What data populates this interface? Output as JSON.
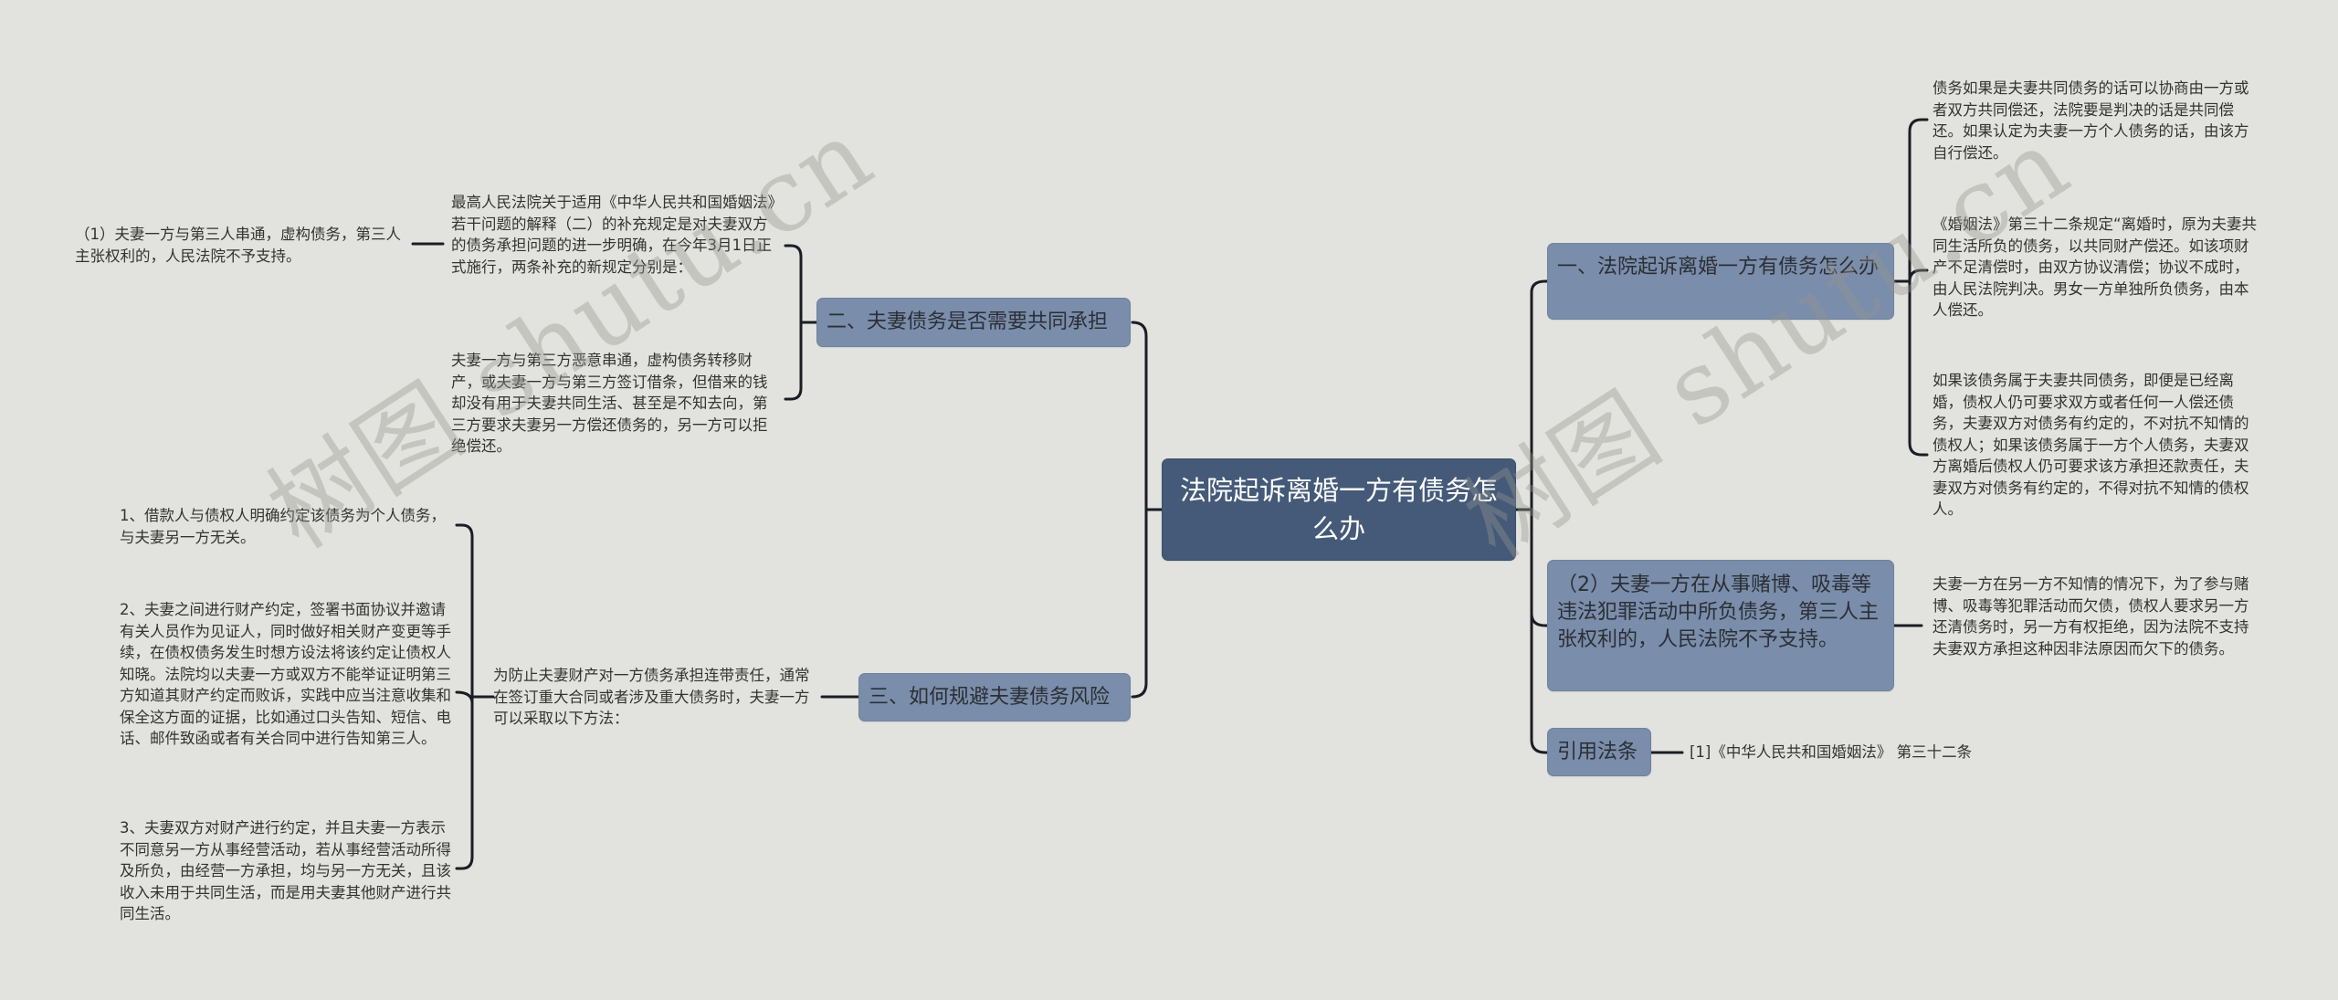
{
  "mindmap": {
    "root": {
      "label": "法院起诉离婚一方有债务怎么办"
    },
    "branches": {
      "b1": {
        "label": "一、法院起诉离婚一方有债务怎么办",
        "children": [
          "债务如果是夫妻共同债务的话可以协商由一方或者双方共同偿还，法院要是判决的话是共同偿还。如果认定为夫妻一方个人债务的话，由该方自行偿还。",
          "《婚姻法》第三十二条规定“离婚时，原为夫妻共同生活所负的债务，以共同财产偿还。如该项财产不足清偿时，由双方协议清偿；协议不成时，由人民法院判决。男女一方单独所负债务，由本人偿还。",
          "如果该债务属于夫妻共同债务，即便是已经离婚，债权人仍可要求双方或者任何一人偿还债务，夫妻双方对债务有约定的，不对抗不知情的债权人；如果该债务属于一方个人债务，夫妻双方离婚后债权人仍可要求该方承担还款责任，夫妻双方对债务有约定的，不得对抗不知情的债权人。"
        ]
      },
      "b2": {
        "label": "（2）夫妻一方在从事赌博、吸毒等违法犯罪活动中所负债务，第三人主张权利的，人民法院不予支持。",
        "children": [
          "夫妻一方在另一方不知情的情况下，为了参与赌博、吸毒等犯罪活动而欠债，债权人要求另一方还清债务时，另一方有权拒绝，因为法院不支持夫妻双方承担这种因非法原因而欠下的债务。"
        ]
      },
      "b3": {
        "label": "引用法条",
        "children": [
          "[1]《中华人民共和国婚姻法》 第三十二条"
        ]
      },
      "b4": {
        "label": "二、夫妻债务是否需要共同承担",
        "children": [
          {
            "text": "最高人民法院关于适用《中华人民共和国婚姻法》若干问题的解释（二）的补充规定是对夫妻双方的债务承担问题的进一步明确，在今年3月1日正式施行，两条补充的新规定分别是：",
            "children": [
              "（1）夫妻一方与第三人串通，虚构债务，第三人主张权利的，人民法院不予支持。"
            ]
          },
          {
            "text": "夫妻一方与第三方恶意串通，虚构债务转移财产，或夫妻一方与第三方签订借条，但借来的钱却没有用于夫妻共同生活、甚至是不知去向，第三方要求夫妻另一方偿还债务的，另一方可以拒绝偿还。"
          }
        ]
      },
      "b5": {
        "label": "三、如何规避夫妻债务风险",
        "children": [
          {
            "text": "为防止夫妻财产对一方债务承担连带责任，通常在签订重大合同或者涉及重大债务时，夫妻一方可以采取以下方法：",
            "children": [
              "1、借款人与债权人明确约定该债务为个人债务，与夫妻另一方无关。",
              "2、夫妻之间进行财产约定，签署书面协议并邀请有关人员作为见证人，同时做好相关财产变更等手续，在债权债务发生时想方设法将该约定让债权人知晓。法院均以夫妻一方或双方不能举证证明第三方知道其财产约定而败诉，实践中应当注意收集和保全这方面的证据，比如通过口头告知、短信、电话、邮件致函或者有关合同中进行告知第三人。",
              "3、夫妻双方对财产进行约定，并且夫妻一方表示不同意另一方从事经营活动，若从事经营活动所得及所负，由经营一方承担，均与另一方无关，且该收入未用于共同生活，而是用夫妻其他财产进行共同生活。"
            ]
          }
        ]
      }
    }
  },
  "watermarks": [
    "树图 shutu.cn",
    "树图 shutu.cn"
  ],
  "colors": {
    "background": "#e2e2de",
    "root_fill": "#445a78",
    "branch_fill": "#7a8daa",
    "connector": "#1a1d24"
  }
}
